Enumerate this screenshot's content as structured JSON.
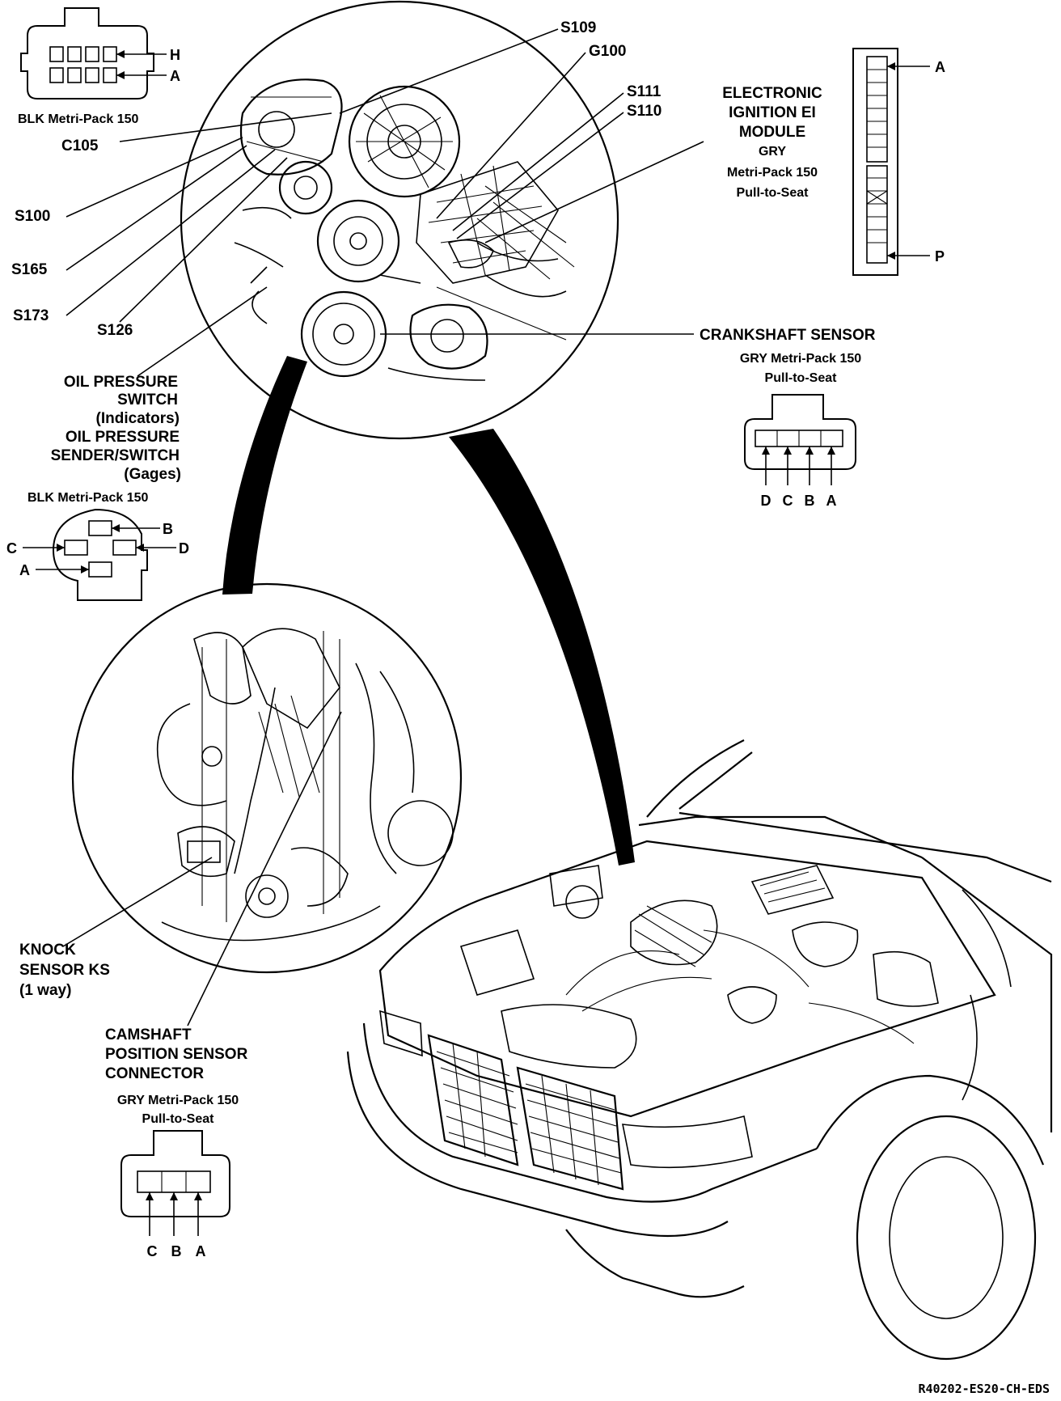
{
  "c105": {
    "pin_h": "H",
    "pin_a": "A",
    "color_line": "BLK Metri-Pack 150",
    "name": "C105"
  },
  "splices": {
    "s109": "S109",
    "g100": "G100",
    "s111": "S111",
    "s110": "S110",
    "s100": "S100",
    "s165": "S165",
    "s173": "S173",
    "s126": "S126"
  },
  "ei_module": {
    "line1": "ELECTRONIC",
    "line2": "IGNITION EI",
    "line3": "MODULE",
    "color": "GRY",
    "pack": "Metri-Pack 150",
    "seat": "Pull-to-Seat",
    "pin_a": "A",
    "pin_p": "P"
  },
  "crankshaft": {
    "title": "CRANKSHAFT SENSOR",
    "color_line": "GRY Metri-Pack 150",
    "seat": "Pull-to-Seat",
    "pins": [
      "D",
      "C",
      "B",
      "A"
    ]
  },
  "oil_pressure": {
    "line1": "OIL PRESSURE",
    "line2": "SWITCH",
    "line3": "(Indicators)",
    "line4": "OIL PRESSURE",
    "line5": "SENDER/SWITCH",
    "line6": "(Gages)",
    "color_line": "BLK Metri-Pack 150",
    "pin_b": "B",
    "pin_c": "C",
    "pin_d": "D",
    "pin_a": "A"
  },
  "knock_sensor": {
    "line1": "KNOCK",
    "line2": "SENSOR KS",
    "line3": "(1 way)"
  },
  "camshaft": {
    "line1": "CAMSHAFT",
    "line2": "POSITION SENSOR",
    "line3": "CONNECTOR",
    "color_line": "GRY Metri-Pack 150",
    "seat": "Pull-to-Seat",
    "pins": [
      "C",
      "B",
      "A"
    ]
  },
  "figure_code": "R40202-ES20-CH-EDS"
}
